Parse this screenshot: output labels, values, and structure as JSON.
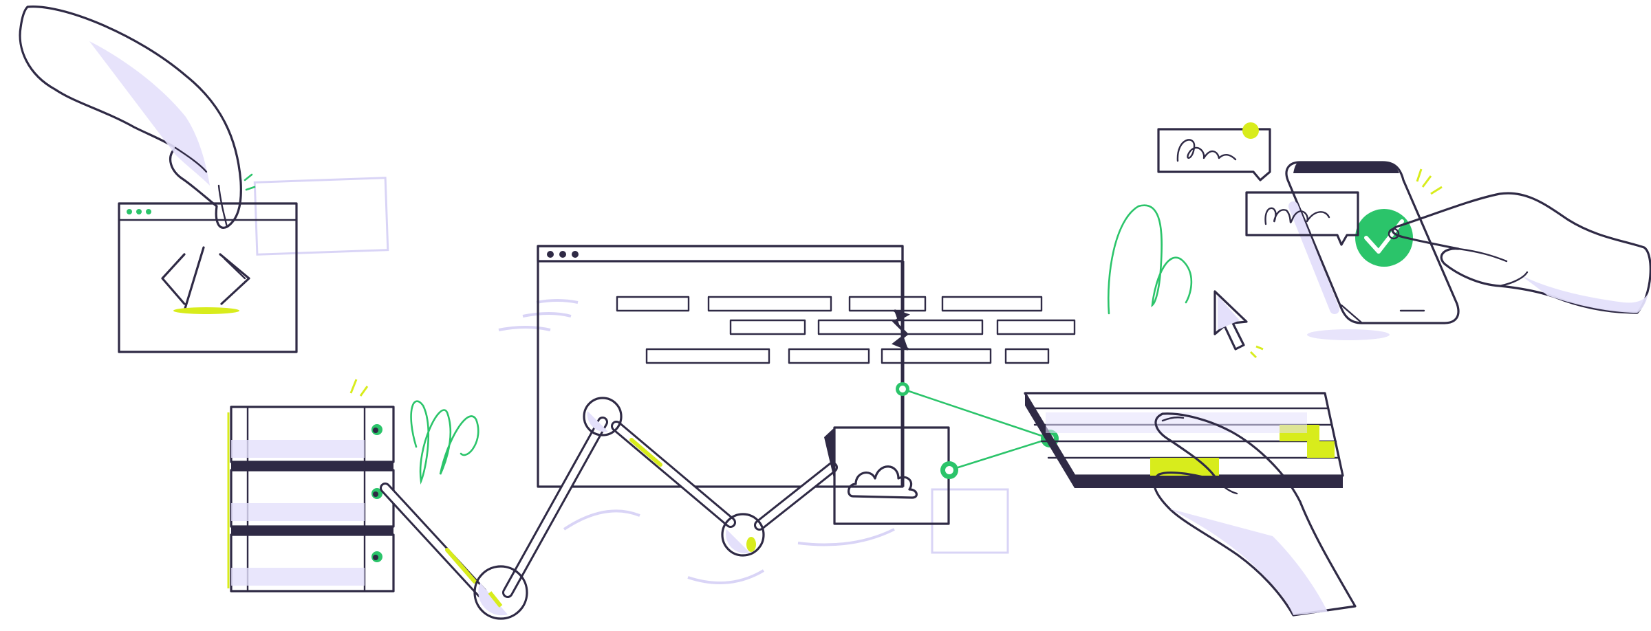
{
  "scene": {
    "kind": "hand-drawn illustration",
    "elements": {
      "hand_with_code_window": {
        "icon": "code-brackets-icon"
      },
      "server_stack": {
        "units": 3
      },
      "browser_window": {
        "controls": 3,
        "code_rows": 3
      },
      "cloud_card": {
        "icon": "cloud-icon"
      },
      "network_nodes": {
        "count": 4
      },
      "phone_with_checkmark": {
        "icon": "checkmark-icon"
      },
      "chat_bubbles": {
        "count": 2
      },
      "cursor": {
        "icon": "pointer-cursor-icon"
      },
      "keyboard_with_hand": {
        "rows": 5
      }
    }
  },
  "colors": {
    "ink": "#2f2a45",
    "lavender": "#e4e0fb",
    "lavender_dark": "#c9c2ef",
    "green": "#2bc46a",
    "lime": "#d8ec1c",
    "paper": "#ffffff",
    "bar_gray": "#e8e6f2"
  }
}
